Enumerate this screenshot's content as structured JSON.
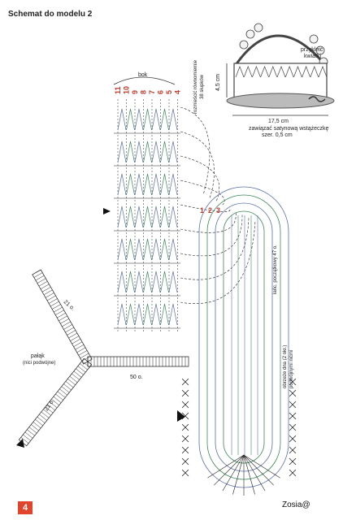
{
  "title": "Schemat do modelu 2",
  "side_label": "bok",
  "row_numbers": [
    "11",
    "10",
    "9",
    "8",
    "7",
    "6",
    "5",
    "4"
  ],
  "side_note_line1": "rozmieścić równomiernie",
  "side_note_line2": "38 słupków",
  "basket_label_flowers_line1": "przykleić",
  "basket_label_flowers_line2": "kwiatki",
  "basket_height": "4,5 cm",
  "basket_width": "17,5 cm",
  "ribbon_note_line1": "zawiązać satynową wstążeczkę",
  "ribbon_note_line2": "szer. 0,5 cm",
  "base_chain_note": "łańc. początkowy 47 o.",
  "base_edge_note_line1": "obrzeże dna (2 okr.)",
  "base_edge_note_line2": "podwójnymi nićmi",
  "handle_label": "pałąk",
  "handle_sublabel": "(nici podwójne)",
  "handle_arm_top": "21 o.",
  "handle_arm_bottom": "21 o.",
  "handle_arm_right": "50 o.",
  "base_row_marks": [
    "1",
    "2",
    "3"
  ],
  "page_number": "4",
  "signature": "Zosia@",
  "colors": {
    "accent": "#c0392b",
    "chart_blue": "#5a6fb0",
    "chart_green": "#3c8a5a",
    "ink": "#222222"
  }
}
